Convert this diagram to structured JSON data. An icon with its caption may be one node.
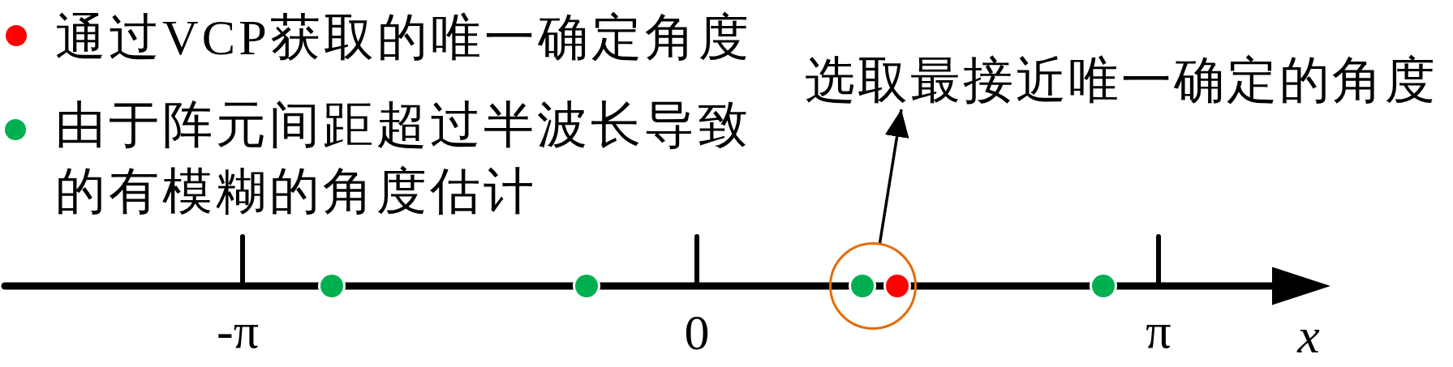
{
  "diagram": {
    "nodes": [
      {
        "text": [
          "选取最接近唯一确定的角度"
        ]
      },
      {
        "text": [],
        "shape": "circle"
      }
    ],
    "edges": [
      {
        "from": 1,
        "to": 0,
        "arrow": "to"
      }
    ],
    "labels": [
      "-π",
      "0",
      "π",
      "x"
    ],
    "legend": [
      {
        "text": "通过VCP获取的唯一确定角度",
        "color": "#ff0000"
      },
      {
        "text": "由于阵元间距超过半波长导致的有模糊的角度估计",
        "color": "#00b050"
      }
    ]
  }
}
